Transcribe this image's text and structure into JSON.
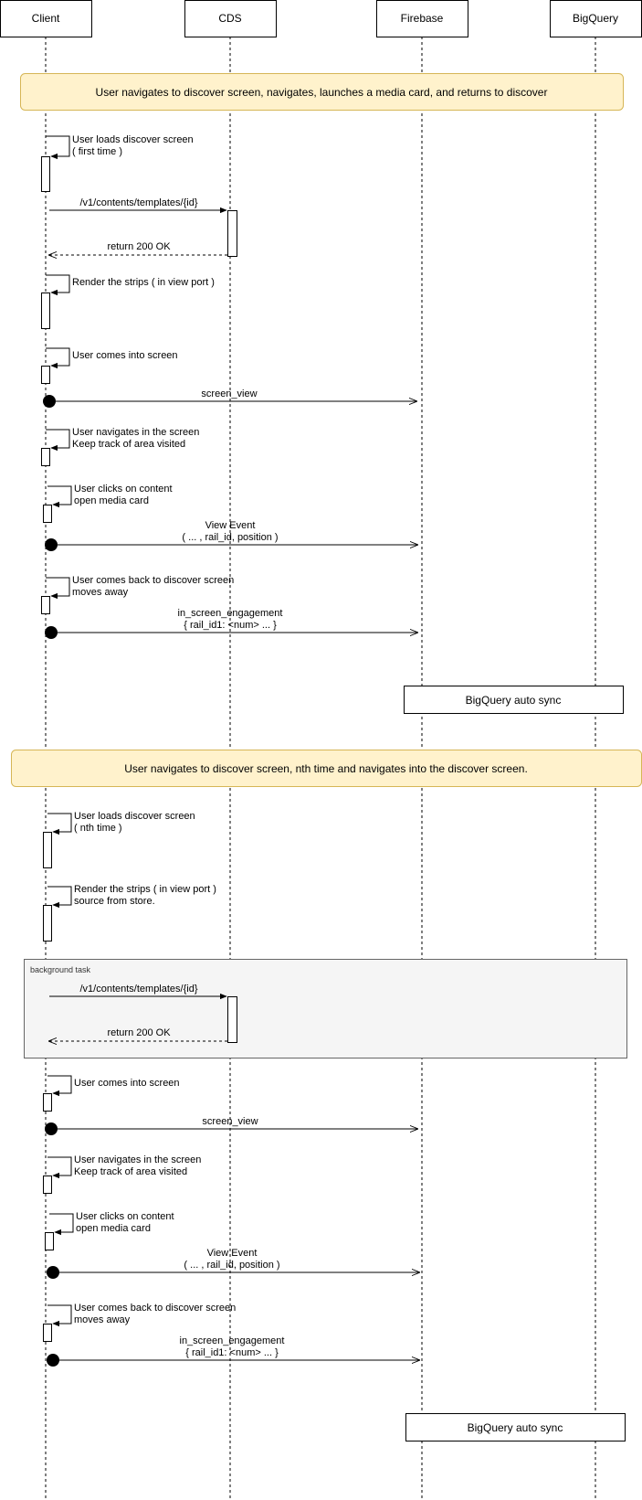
{
  "participants": [
    {
      "id": "client",
      "label": "Client"
    },
    {
      "id": "cds",
      "label": "CDS"
    },
    {
      "id": "firebase",
      "label": "Firebase"
    },
    {
      "id": "bigquery",
      "label": "BigQuery"
    }
  ],
  "notes": {
    "section1": "User navigates to discover screen, navigates, launches a media card, and returns to discover",
    "section2": "User navigates to discover screen, nth time and navigates into the discover screen.",
    "sync1": "BigQuery auto sync",
    "sync2": "BigQuery auto sync"
  },
  "background_task": {
    "label": "background task"
  },
  "section1": {
    "self_load": [
      "User loads discover screen",
      "( first time )"
    ],
    "req": "/v1/contents/templates/{id}",
    "resp": "return 200 OK",
    "self_render": [
      "Render the strips ( in view port )"
    ],
    "self_comes": [
      "User comes into screen"
    ],
    "screen_view": "screen_view",
    "self_nav": [
      "User navigates in the screen",
      "Keep track of area visited"
    ],
    "self_click": [
      "User clicks on content",
      "open media card"
    ],
    "view_event": [
      "View Event",
      "( ... , rail_id, position )"
    ],
    "self_back": [
      "User comes back to discover screen",
      "moves away"
    ],
    "engagement": [
      "in_screen_engagement",
      "{ rail_id1: <num> ... }"
    ]
  },
  "section2": {
    "self_load": [
      "User loads discover screen",
      "( nth time )"
    ],
    "self_render": [
      "Render the strips ( in view port )",
      "source from store."
    ],
    "req": "/v1/contents/templates/{id}",
    "resp": "return 200 OK",
    "self_comes": [
      "User comes into screen"
    ],
    "screen_view": "screen_view",
    "self_nav": [
      "User navigates in the screen",
      "Keep track of area visited"
    ],
    "self_click": [
      "User clicks on content",
      "open media card"
    ],
    "view_event": [
      "View Event",
      "( ... , rail_id, position )"
    ],
    "self_back": [
      "User comes back to discover screen",
      "moves away"
    ],
    "engagement": [
      "in_screen_engagement",
      "{ rail_id1: <num> ... }"
    ]
  }
}
